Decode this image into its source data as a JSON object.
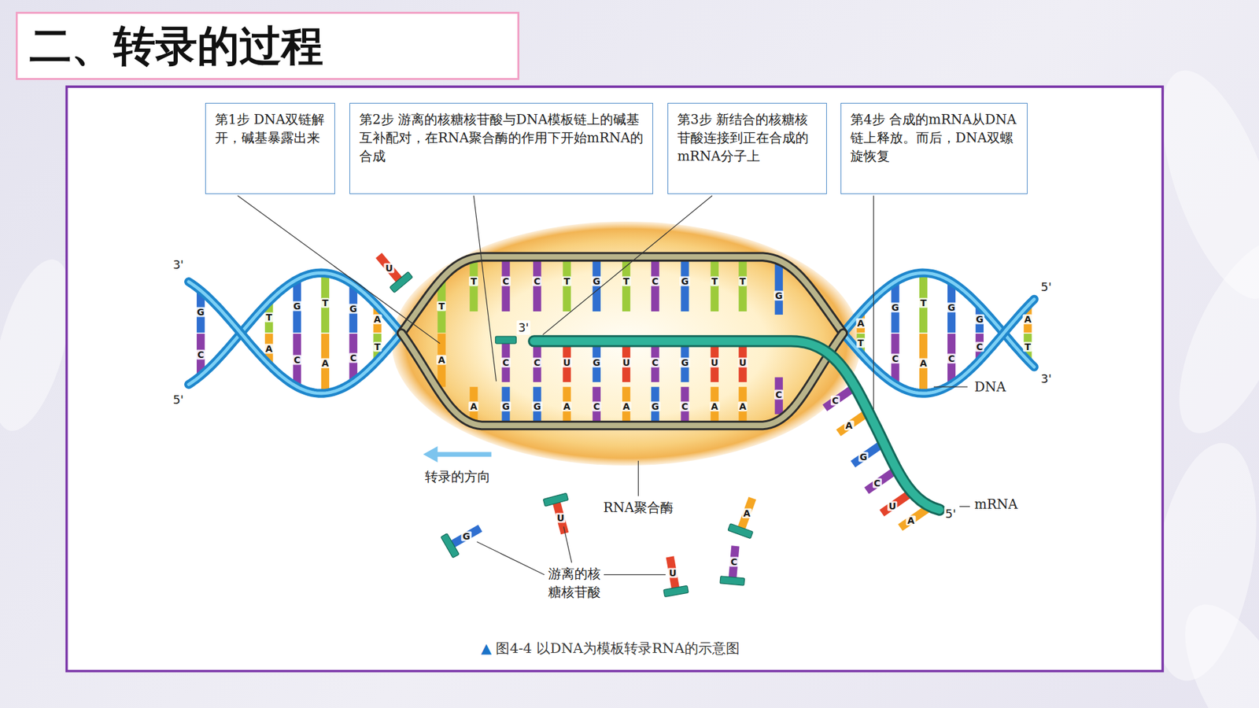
{
  "diagram": {
    "title": "二、转录的过程",
    "caption": "▲ 图4-4 以DNA为模板转录RNA的示意图",
    "nodes": [
      {
        "text": [
          "第1步 DNA双链解开，碱基暴露出来"
        ]
      },
      {
        "text": [
          "第2步 游离的核糖核苷酸与DNA模板链上的碱基互补配对，在RNA聚合酶的作用下开始mRNA的合成"
        ]
      },
      {
        "text": [
          "第3步 新结合的核糖核苷酸连接到正在合成的mRNA分子上"
        ]
      },
      {
        "text": [
          "第4步 合成的mRNA从DNA链上释放。而后，DNA双螺旋恢复"
        ]
      }
    ],
    "labels": [
      "3'",
      "5'",
      "5'",
      "3'",
      "3'",
      "DNA",
      "mRNA",
      "5'",
      "转录的方向",
      "RNA聚合酶",
      "游离的核糖核苷酸",
      "G",
      "C",
      "T",
      "A",
      "G",
      "C",
      "T",
      "A",
      "G",
      "C",
      "A",
      "T",
      "T",
      "A",
      "T",
      "C",
      "C",
      "T",
      "G",
      "T",
      "C",
      "G",
      "T",
      "T",
      "G",
      "C",
      "C",
      "U",
      "G",
      "U",
      "C",
      "G",
      "U",
      "U",
      "A",
      "G",
      "G",
      "A",
      "C",
      "A",
      "G",
      "C",
      "A",
      "A",
      "C",
      "C",
      "A",
      "G",
      "C",
      "U",
      "A",
      "A",
      "T",
      "G",
      "C",
      "T",
      "A",
      "G",
      "C",
      "G",
      "C",
      "A",
      "T",
      "U",
      "G",
      "U",
      "A",
      "C",
      "U"
    ]
  }
}
